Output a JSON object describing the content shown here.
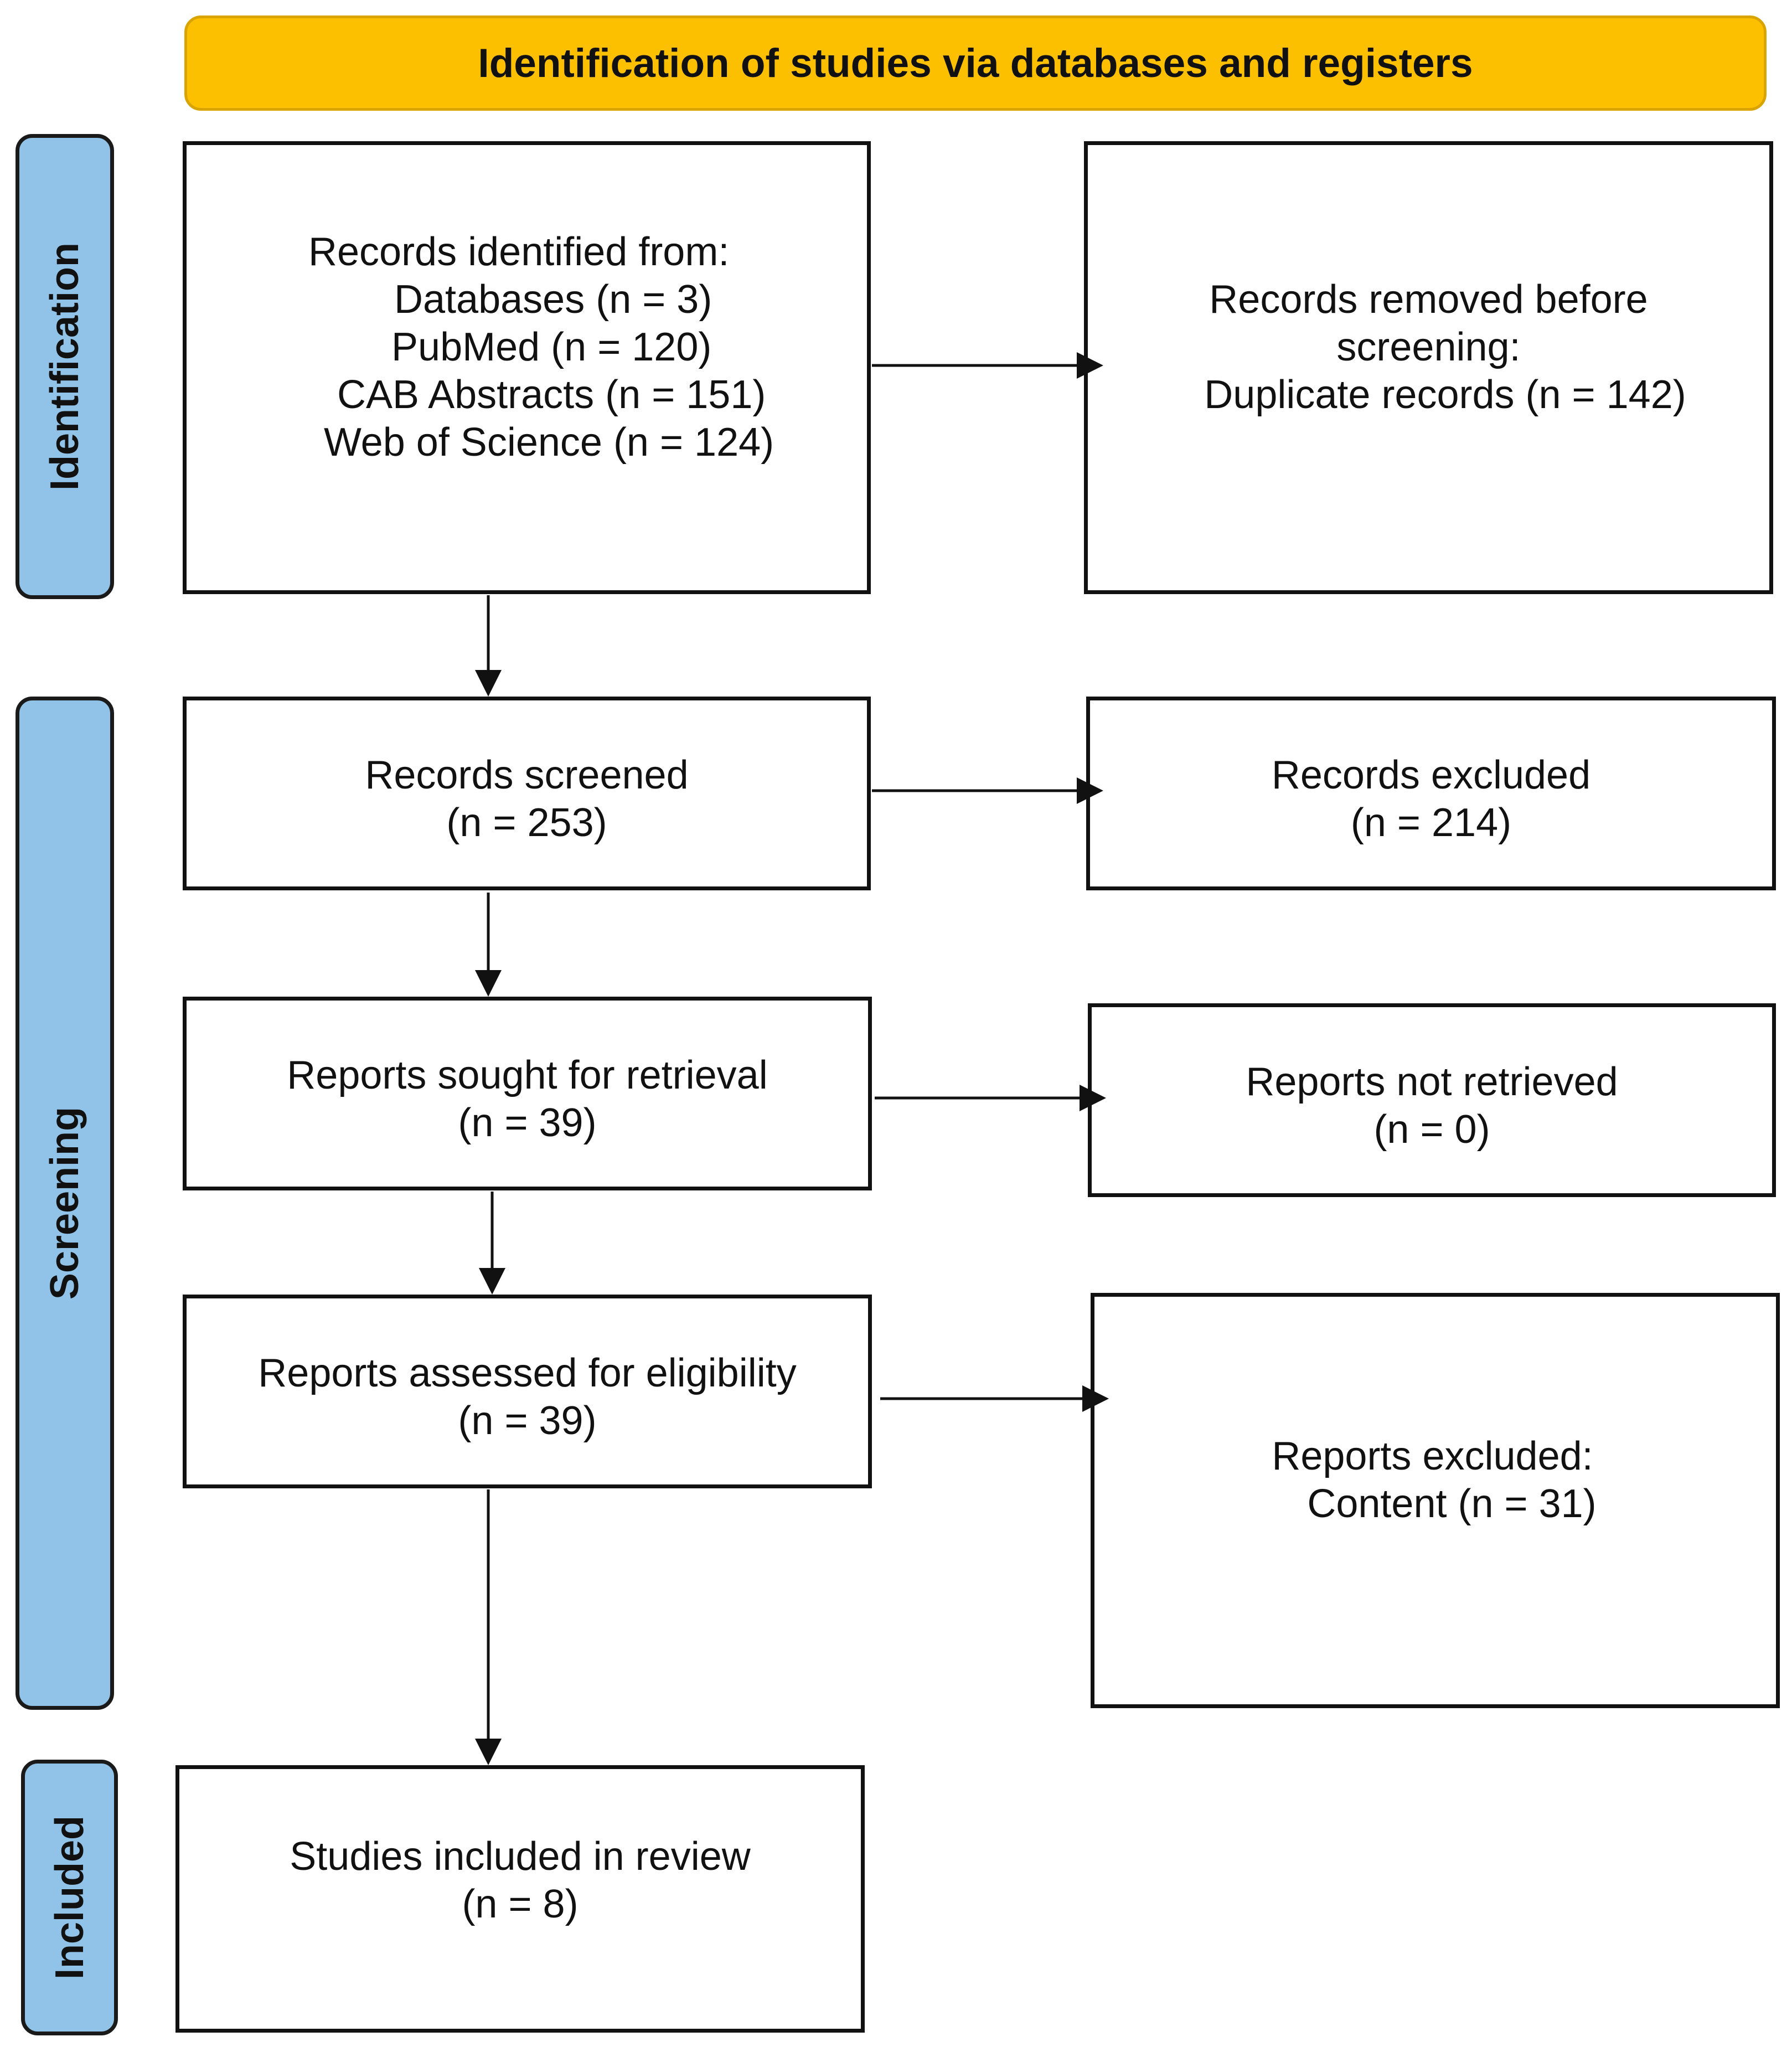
{
  "header": {
    "title": "Identification of studies via databases and registers"
  },
  "phases": {
    "identification": "Identification",
    "screening": "Screening",
    "included": "Included"
  },
  "boxes": {
    "records_identified": [
      "Records identified from:",
      "Databases (n = 3)",
      "PubMed (n = 120)",
      "CAB Abstracts (n = 151)",
      "Web of Science (n = 124)"
    ],
    "records_removed": [
      "Records removed before",
      "screening:",
      "Duplicate records (n = 142)"
    ],
    "records_screened": [
      "Records screened",
      "(n = 253)"
    ],
    "records_excluded": [
      "Records excluded",
      "(n = 214)"
    ],
    "reports_sought": [
      "Reports sought for retrieval",
      "(n = 39)"
    ],
    "reports_not_retrieved": [
      "Reports not retrieved",
      "(n = 0)"
    ],
    "reports_assessed": [
      "Reports assessed for eligibility",
      "(n = 39)"
    ],
    "reports_excluded": [
      "Reports excluded:",
      "Content (n = 31)"
    ],
    "studies_included": [
      "Studies included in review",
      "(n = 8)"
    ]
  },
  "colors": {
    "banner_fill": "#FDC000",
    "phase_fill": "#91C3E8",
    "line": "#111111"
  }
}
